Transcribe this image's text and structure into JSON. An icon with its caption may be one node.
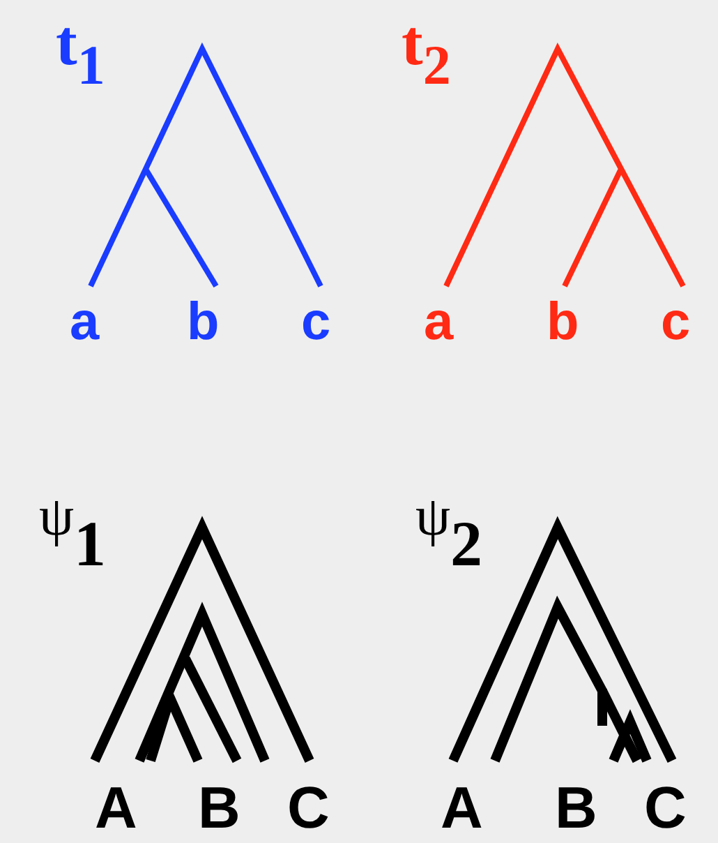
{
  "diagram": {
    "labels": [
      "t$_{1}$",
      "t$_{2}$",
      "a",
      "b",
      "c",
      "a",
      "b",
      "c",
      "ψ$_{1}$",
      "ψ$_{2}$",
      "A",
      "B",
      "C",
      "A",
      "B",
      "C"
    ]
  }
}
